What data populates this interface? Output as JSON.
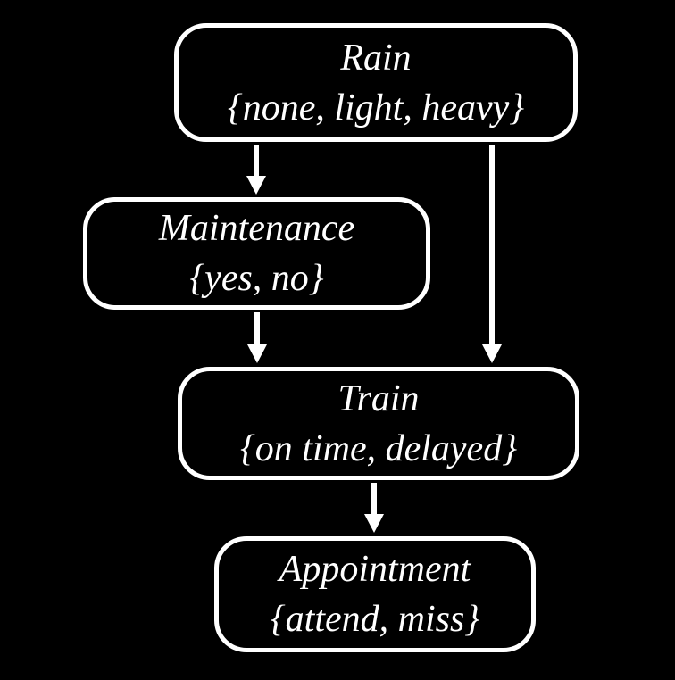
{
  "diagram": {
    "type": "bayesian-network",
    "colors": {
      "background": "#000000",
      "node_border": "#ffffff",
      "text": "#ffffff",
      "arrow": "#ffffff"
    },
    "nodes": {
      "rain": {
        "label": "Rain",
        "values": "{none, light, heavy}"
      },
      "maintenance": {
        "label": "Maintenance",
        "values": "{yes, no}"
      },
      "train": {
        "label": "Train",
        "values": "{on time, delayed}"
      },
      "appointment": {
        "label": "Appointment",
        "values": "{attend, miss}"
      }
    },
    "edges": [
      {
        "from": "Rain",
        "to": "Maintenance"
      },
      {
        "from": "Rain",
        "to": "Train"
      },
      {
        "from": "Maintenance",
        "to": "Train"
      },
      {
        "from": "Train",
        "to": "Appointment"
      }
    ]
  }
}
